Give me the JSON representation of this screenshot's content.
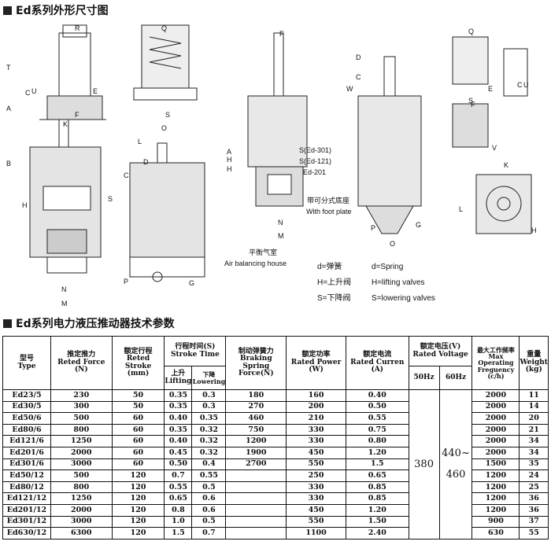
{
  "headings": {
    "dimensions": "Ed系列外形尺寸图",
    "specs": "Ed系列电力液压推动器技术参数"
  },
  "drawing_labels": {
    "valves": [
      "S(Ed-301)",
      "S(Ed-121)",
      "Ed-201"
    ],
    "foot_cn": "带可分式底座",
    "foot_en": "With foot plate",
    "air_cn": "平衡气室",
    "air_en": "Air balancing house",
    "dims": [
      "R",
      "T",
      "A",
      "C",
      "U",
      "E",
      "F",
      "Q",
      "S",
      "K",
      "B",
      "H",
      "S",
      "N",
      "M",
      "L",
      "D",
      "O",
      "C",
      "P",
      "G",
      "F",
      "A",
      "H",
      "H",
      "N",
      "M",
      "W",
      "C",
      "D",
      "P",
      "G",
      "O",
      "Q",
      "S",
      "C",
      "U",
      "E",
      "F",
      "V",
      "K",
      "L",
      "H"
    ]
  },
  "legend": [
    {
      "cn": "d=弹簧",
      "en": "d=Spring"
    },
    {
      "cn": "H=上升阀",
      "en": "H=lifting valves"
    },
    {
      "cn": "S=下降阀",
      "en": "S=lowering valves"
    }
  ],
  "table": {
    "headers": {
      "type": {
        "cn": "型号",
        "en": "Type"
      },
      "force": {
        "cn": "推定推力",
        "en": "Reted Force",
        "unit": "(N)"
      },
      "stroke": {
        "cn": "额定行程",
        "en": "Reted Stroke",
        "unit": "(mm)"
      },
      "time": {
        "cn": "行程时间(S)",
        "en": "Stroke Time",
        "lift_cn": "上升",
        "lift_en": "Lifting",
        "lower_cn": "下降",
        "lower_en": "Lowering"
      },
      "spring": {
        "cn": "制动弹簧力",
        "en": "Braking Spring",
        "unit": "Force(N)"
      },
      "power": {
        "cn": "额定功率",
        "en": "Rated Power",
        "unit": "(W)"
      },
      "current": {
        "cn": "额定电流",
        "en": "Rated Curren",
        "unit": "(A)"
      },
      "voltage": {
        "cn": "额定电压(V)",
        "en": "Rated Voltage",
        "hz50": "50Hz",
        "hz60": "60Hz"
      },
      "freq": {
        "cn": "最大工作频率",
        "en": "Max Operating",
        "en2": "Freguency",
        "unit": "(c/h)"
      },
      "weight": {
        "cn": "重量",
        "en": "Weight",
        "unit": "(kg)"
      }
    },
    "voltage_50": "380",
    "voltage_60a": "440~",
    "voltage_60b": "460",
    "rows": [
      [
        "Ed23/5",
        "230",
        "50",
        "0.35",
        "0.3",
        "180",
        "160",
        "0.40",
        "2000",
        "11"
      ],
      [
        "Ed30/5",
        "300",
        "50",
        "0.35",
        "0.3",
        "270",
        "200",
        "0.50",
        "2000",
        "14"
      ],
      [
        "Ed50/6",
        "500",
        "60",
        "0.40",
        "0.35",
        "460",
        "210",
        "0.55",
        "2000",
        "20"
      ],
      [
        "Ed80/6",
        "800",
        "60",
        "0.35",
        "0.32",
        "750",
        "330",
        "0.75",
        "2000",
        "21"
      ],
      [
        "Ed121/6",
        "1250",
        "60",
        "0.40",
        "0.32",
        "1200",
        "330",
        "0.80",
        "2000",
        "34"
      ],
      [
        "Ed201/6",
        "2000",
        "60",
        "0.45",
        "0.32",
        "1900",
        "450",
        "1.20",
        "2000",
        "34"
      ],
      [
        "Ed301/6",
        "3000",
        "60",
        "0.50",
        "0.4",
        "2700",
        "550",
        "1.5",
        "1500",
        "35"
      ],
      [
        "Ed50/12",
        "500",
        "120",
        "0.7",
        "0.55",
        "",
        "250",
        "0.65",
        "1200",
        "24"
      ],
      [
        "Ed80/12",
        "800",
        "120",
        "0.55",
        "0.5",
        "",
        "330",
        "0.85",
        "1200",
        "25"
      ],
      [
        "Ed121/12",
        "1250",
        "120",
        "0.65",
        "0.6",
        "",
        "330",
        "0.85",
        "1200",
        "36"
      ],
      [
        "Ed201/12",
        "2000",
        "120",
        "0.8",
        "0.6",
        "",
        "450",
        "1.20",
        "1200",
        "36"
      ],
      [
        "Ed301/12",
        "3000",
        "120",
        "1.0",
        "0.5",
        "",
        "550",
        "1.50",
        "900",
        "37"
      ],
      [
        "Ed630/12",
        "6300",
        "120",
        "1.5",
        "0.7",
        "",
        "1100",
        "2.40",
        "630",
        "55"
      ]
    ]
  }
}
